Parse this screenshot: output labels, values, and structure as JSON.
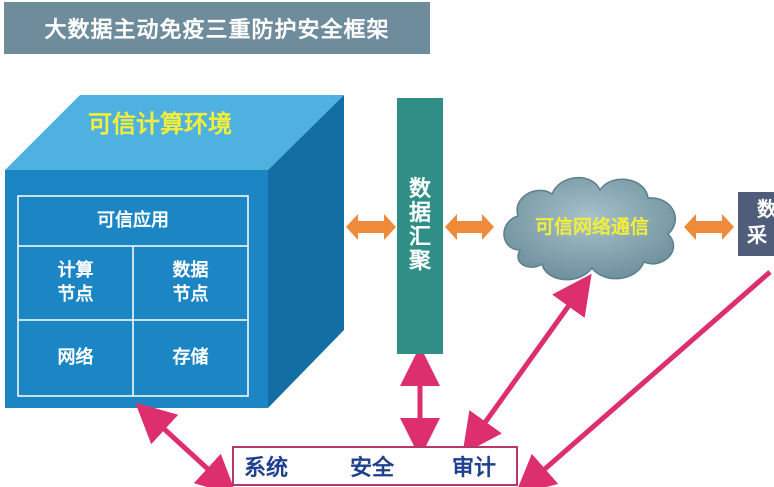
{
  "title": "大数据主动免疫三重防护安全框架",
  "cube": {
    "title": "可信计算环境",
    "top_label": "可信应用",
    "cells": [
      {
        "id": "compute",
        "line1": "计算",
        "line2": "节点"
      },
      {
        "id": "data",
        "line1": "数据",
        "line2": "节点"
      },
      {
        "id": "network",
        "line1": "网络",
        "line2": ""
      },
      {
        "id": "storage",
        "line1": "存储",
        "line2": ""
      }
    ]
  },
  "hub": {
    "line1": "数",
    "line2": "据",
    "line3": "汇",
    "line4": "聚"
  },
  "cloud": {
    "label": "可信网络通信"
  },
  "right_box": {
    "line1": "数",
    "line2": "采"
  },
  "audit": {
    "word1": "系统",
    "word2": "安全",
    "word3": "审计"
  },
  "colors": {
    "title_bg": "#6f8c9c",
    "cube_front": "#1c86c4",
    "cube_top": "#4fb1e0",
    "cube_side": "#136ea4",
    "hub": "#2f8f86",
    "cloud": "#86a8b4",
    "orange_arrow": "#ef8a3a",
    "pink_arrow": "#dd2f6e",
    "yellow_text": "#f2ee3a",
    "audit_text": "#1f3f8f"
  }
}
